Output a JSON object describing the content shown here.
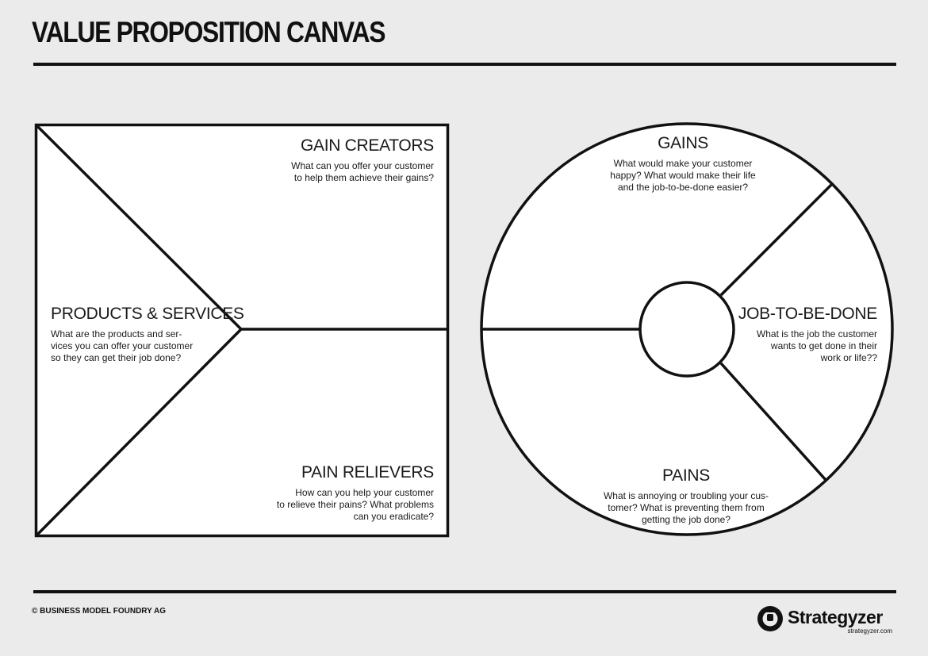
{
  "page": {
    "title": "VALUE PROPOSITION CANVAS"
  },
  "value_map": {
    "gain_creators": {
      "heading": "GAIN CREATORS",
      "description": "What can you offer your customer\nto help them achieve their gains?"
    },
    "products_services": {
      "heading": "PRODUCTS & SERVICES",
      "description": "What are the products and ser-\nvices you can offer your customer\nso they can get their job done?"
    },
    "pain_relievers": {
      "heading": "PAIN RELIEVERS",
      "description": "How can you help your customer\nto relieve their pains? What problems\ncan you eradicate?"
    }
  },
  "customer_profile": {
    "gains": {
      "heading": "GAINS",
      "description": "What would make your customer\nhappy? What would make their life\nand the job-to-be-done easier?"
    },
    "job_to_be_done": {
      "heading": "JOB-TO-BE-DONE",
      "description": "What is the job the customer\nwants to get done in their\nwork or life??"
    },
    "pains": {
      "heading": "PAINS",
      "description": "What is annoying or troubling your cus-\ntomer? What is preventing them from\ngetting the job done?"
    }
  },
  "footer": {
    "copyright": "© BUSINESS MODEL FOUNDRY AG",
    "brand_name": "Strategyzer",
    "brand_url": "strategyzer.com"
  },
  "colors": {
    "background": "#ebebeb",
    "panel": "#ffffff",
    "ink": "#111111"
  },
  "icons": {
    "logo": "strategyzer-logo-icon"
  }
}
